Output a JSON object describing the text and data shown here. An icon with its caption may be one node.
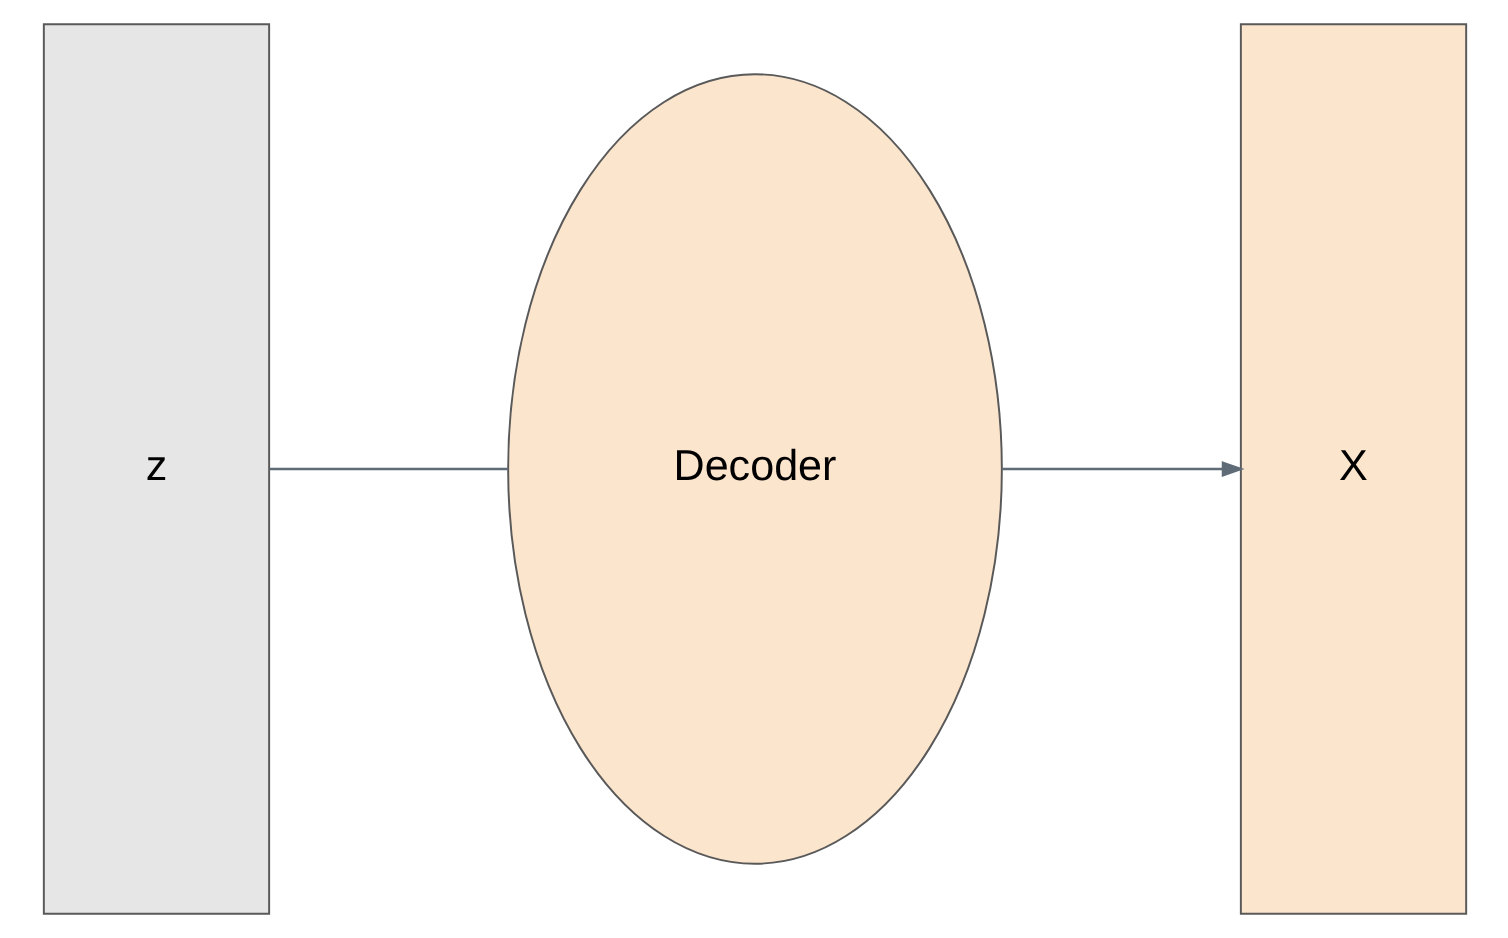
{
  "diagram": {
    "nodes": [
      {
        "text": [
          "z"
        ]
      },
      {
        "text": [
          "Decoder"
        ]
      },
      {
        "text": [
          "X"
        ]
      }
    ],
    "edges": [
      {
        "from": 0,
        "to": 1,
        "arrow": "none"
      },
      {
        "from": 1,
        "to": 2,
        "arrow": "to"
      }
    ]
  }
}
